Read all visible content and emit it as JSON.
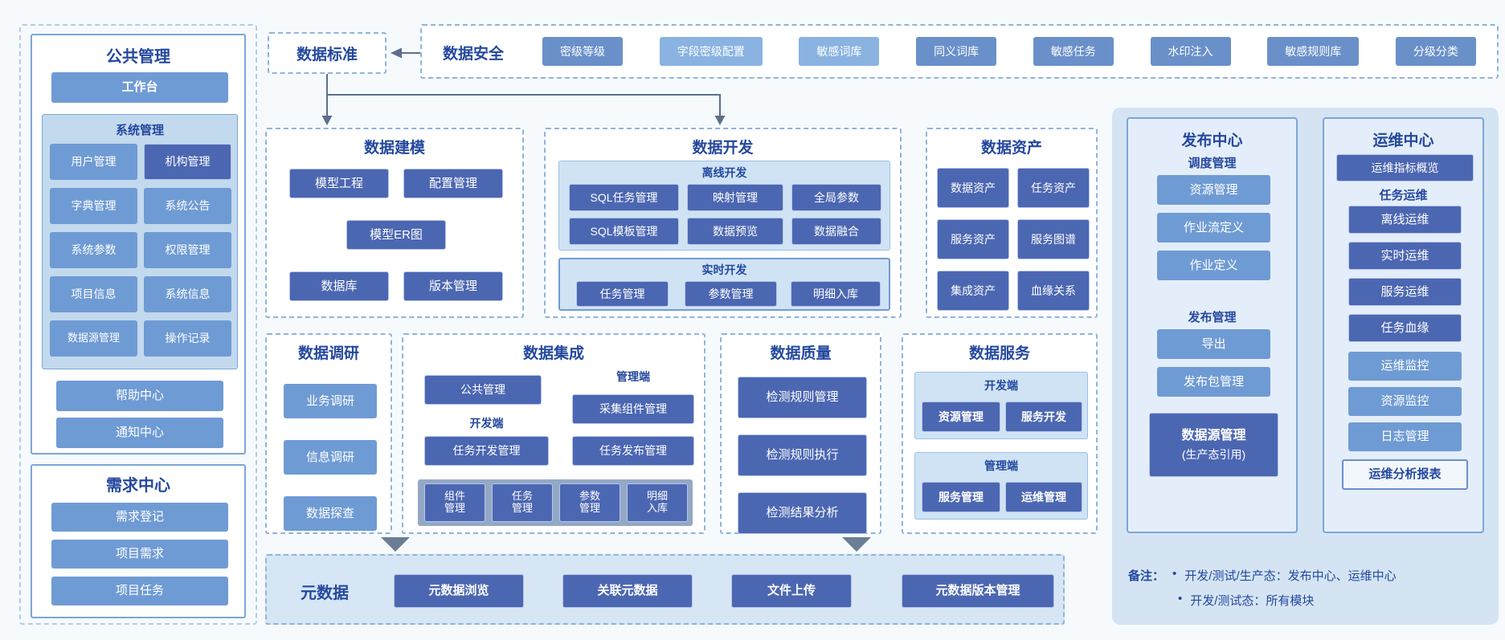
{
  "colors": {
    "title_blue": "#24489e",
    "btn_medium": "#6f9bd4",
    "btn_dark": "#4c67b2",
    "btn_light": "#8ab3e2",
    "right_panel_bg": "#d5e4f3"
  },
  "left_panel": {
    "public_mgmt": {
      "title": "公共管理",
      "workbench": "工作台",
      "system_mgmt": {
        "label": "系统管理",
        "items": [
          "用户管理",
          "机构管理",
          "字典管理",
          "系统公告",
          "系统参数",
          "权限管理",
          "项目信息",
          "系统信息",
          "数据源管理",
          "操作记录"
        ]
      },
      "help_center": "帮助中心",
      "notify_center": "通知中心"
    },
    "demand_center": {
      "title": "需求中心",
      "items": [
        "需求登记",
        "项目需求",
        "项目任务"
      ]
    }
  },
  "top_row": {
    "data_standard": {
      "title": "数据标准"
    },
    "data_security": {
      "title": "数据安全",
      "items": [
        "密级等级",
        "字段密级配置",
        "敏感词库",
        "同义词库",
        "敏感任务",
        "水印注入",
        "敏感规则库",
        "分级分类"
      ]
    }
  },
  "data_modeling": {
    "title": "数据建模",
    "items": [
      "模型工程",
      "配置管理",
      "模型ER图",
      "数据库",
      "版本管理"
    ]
  },
  "data_development": {
    "title": "数据开发",
    "offline": {
      "label": "离线开发",
      "items": [
        "SQL任务管理",
        "映射管理",
        "全局参数",
        "SQL模板管理",
        "数据预览",
        "数据融合"
      ]
    },
    "realtime": {
      "label": "实时开发",
      "items": [
        "任务管理",
        "参数管理",
        "明细入库"
      ]
    }
  },
  "data_assets": {
    "title": "数据资产",
    "items": [
      "数据资产",
      "任务资产",
      "服务资产",
      "服务图谱",
      "集成资产",
      "血缘关系"
    ]
  },
  "data_research": {
    "title": "数据调研",
    "items": [
      "业务调研",
      "信息调研",
      "数据探查"
    ]
  },
  "data_integration": {
    "title": "数据集成",
    "public_mgmt": "公共管理",
    "mgmt_label": "管理端",
    "collector_mgmt": "采集组件管理",
    "dev_label": "开发端",
    "task_dev_mgmt": "任务开发管理",
    "task_release_mgmt": "任务发布管理",
    "bottom_items": [
      {
        "line1": "组件",
        "line2": "管理"
      },
      {
        "line1": "任务",
        "line2": "管理"
      },
      {
        "line1": "参数",
        "line2": "管理"
      },
      {
        "line1": "明细",
        "line2": "入库"
      }
    ]
  },
  "data_quality": {
    "title": "数据质量",
    "items": [
      "检测规则管理",
      "检测规则执行",
      "检测结果分析"
    ]
  },
  "data_services": {
    "title": "数据服务",
    "dev_side": {
      "label": "开发端",
      "items": [
        "资源管理",
        "服务开发"
      ]
    },
    "mgmt_side": {
      "label": "管理端",
      "items": [
        "服务管理",
        "运维管理"
      ]
    }
  },
  "metadata": {
    "title": "元数据",
    "items": [
      "元数据浏览",
      "关联元数据",
      "文件上传",
      "元数据版本管理"
    ]
  },
  "release_center": {
    "title": "发布中心",
    "scheduling": {
      "label": "调度管理",
      "items": [
        "资源管理",
        "作业流定义",
        "作业定义"
      ]
    },
    "release": {
      "label": "发布管理",
      "items": [
        "导出",
        "发布包管理"
      ]
    },
    "datasource": {
      "line1": "数据源管理",
      "line2": "(生产态引用)"
    }
  },
  "ops_center": {
    "title": "运维中心",
    "overview": "运维指标概览",
    "task_ops": {
      "label": "任务运维",
      "items": [
        "离线运维",
        "实时运维",
        "服务运维",
        "任务血缘"
      ]
    },
    "monitor_items": [
      "运维监控",
      "资源监控",
      "日志管理"
    ],
    "report": "运维分析报表"
  },
  "note": {
    "label": "备注：",
    "bullet": "•",
    "items": [
      "开发/测试/生产态：发布中心、运维中心",
      "开发/测试态：所有模块"
    ]
  }
}
